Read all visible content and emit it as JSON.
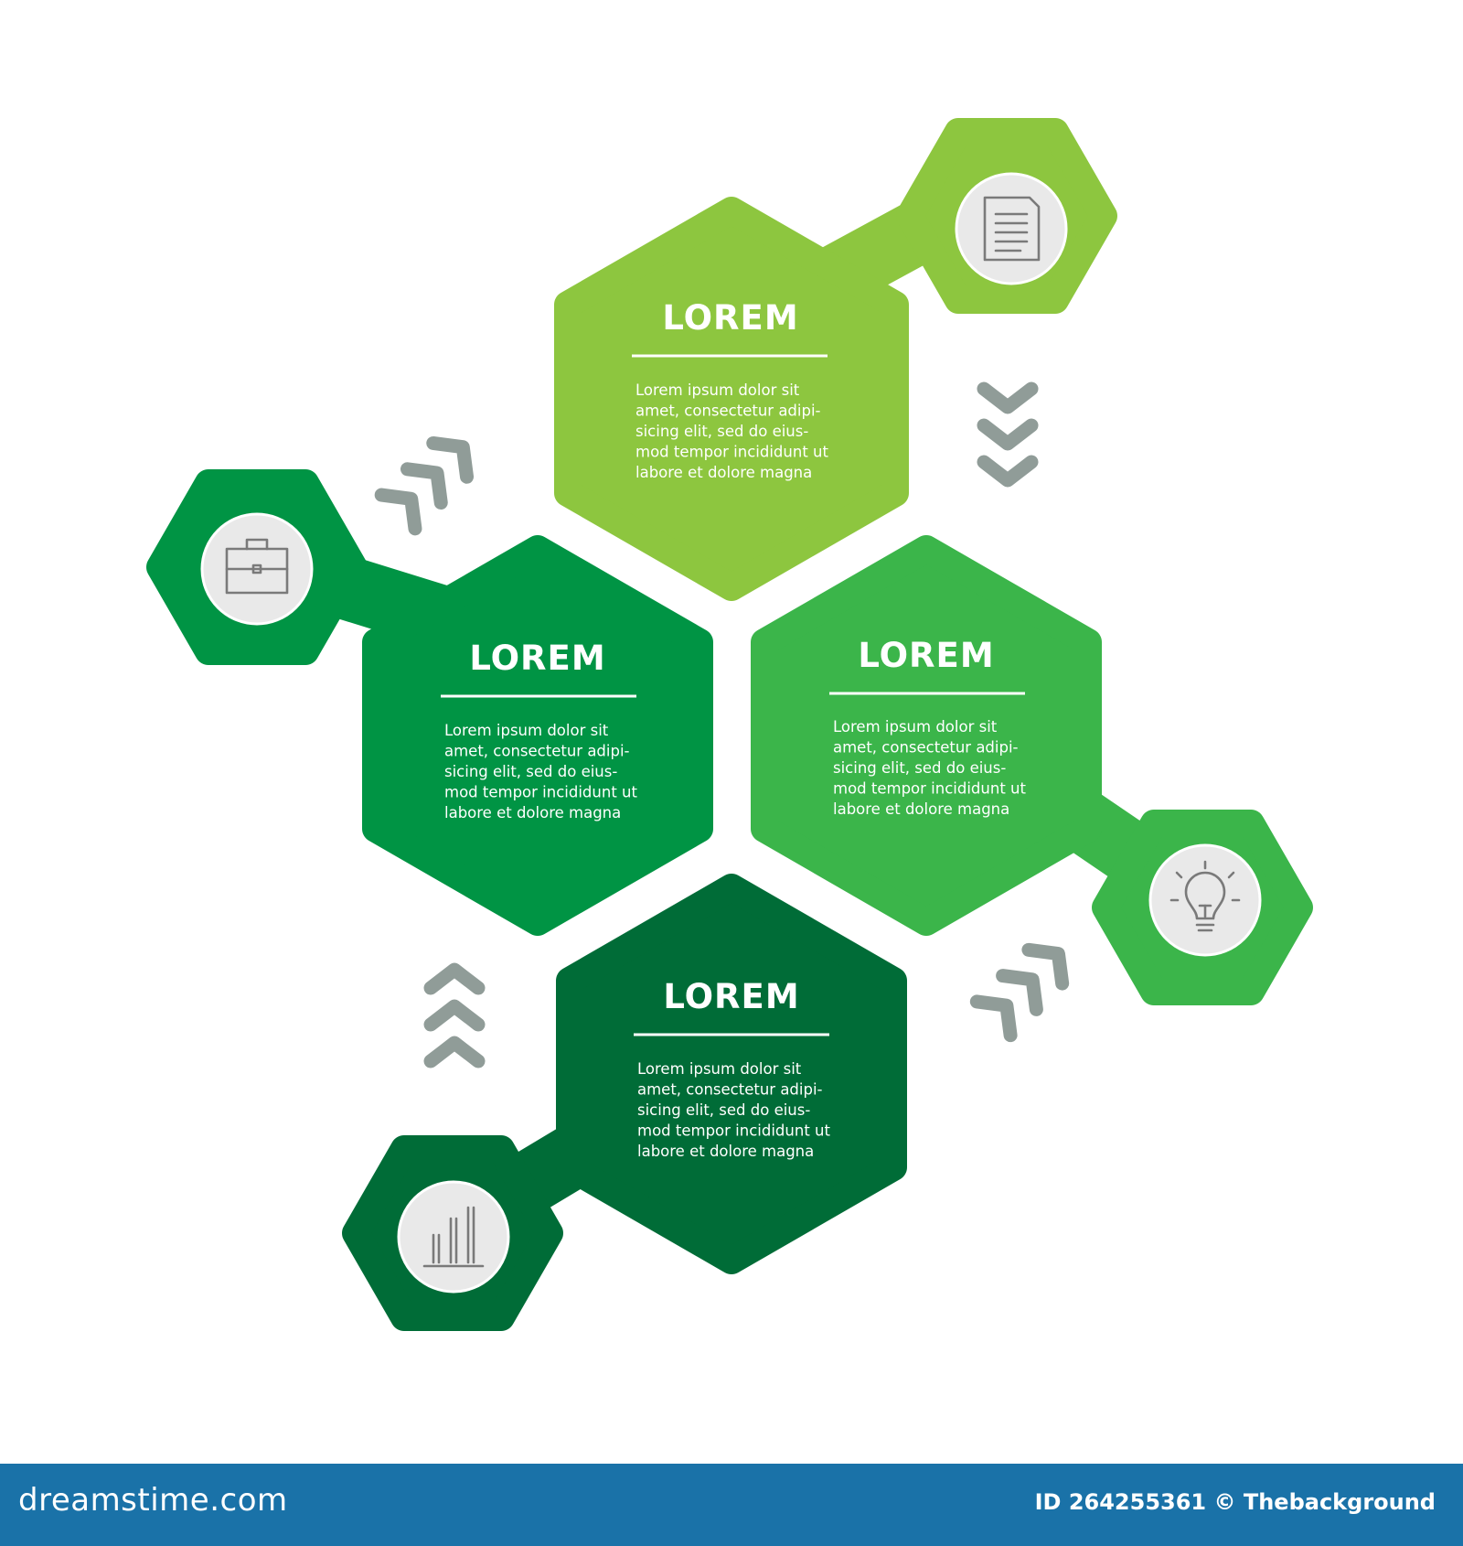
{
  "steps": [
    {
      "title": "LOREM",
      "body": [
        "Lorem ipsum dolor sit",
        "amet, consectetur adipi-",
        "sicing elit, sed do eius-",
        "mod tempor incididunt ut",
        "labore et dolore magna"
      ],
      "color": "#8dc63f",
      "icon": "document-icon"
    },
    {
      "title": "LOREM",
      "body": [
        "Lorem ipsum dolor sit",
        "amet, consectetur adipi-",
        "sicing elit, sed do eius-",
        "mod tempor incididunt ut",
        "labore et dolore magna"
      ],
      "color": "#3bb54a",
      "icon": "lightbulb-icon"
    },
    {
      "title": "LOREM",
      "body": [
        "Lorem ipsum dolor sit",
        "amet, consectetur adipi-",
        "sicing elit, sed do eius-",
        "mod tempor incididunt ut",
        "labore et dolore magna"
      ],
      "color": "#006c37",
      "icon": "bar-chart-icon"
    },
    {
      "title": "LOREM",
      "body": [
        "Lorem ipsum dolor sit",
        "amet, consectetur adipi-",
        "sicing elit, sed do eius-",
        "mod tempor incididunt ut",
        "labore et dolore magna"
      ],
      "color": "#009444",
      "icon": "briefcase-icon"
    }
  ],
  "arrow_color": "#909c98",
  "footer": {
    "brand": "dreamstime.com",
    "credit": "ID 264255361 © Thebackground",
    "background": "#1a72a8"
  }
}
